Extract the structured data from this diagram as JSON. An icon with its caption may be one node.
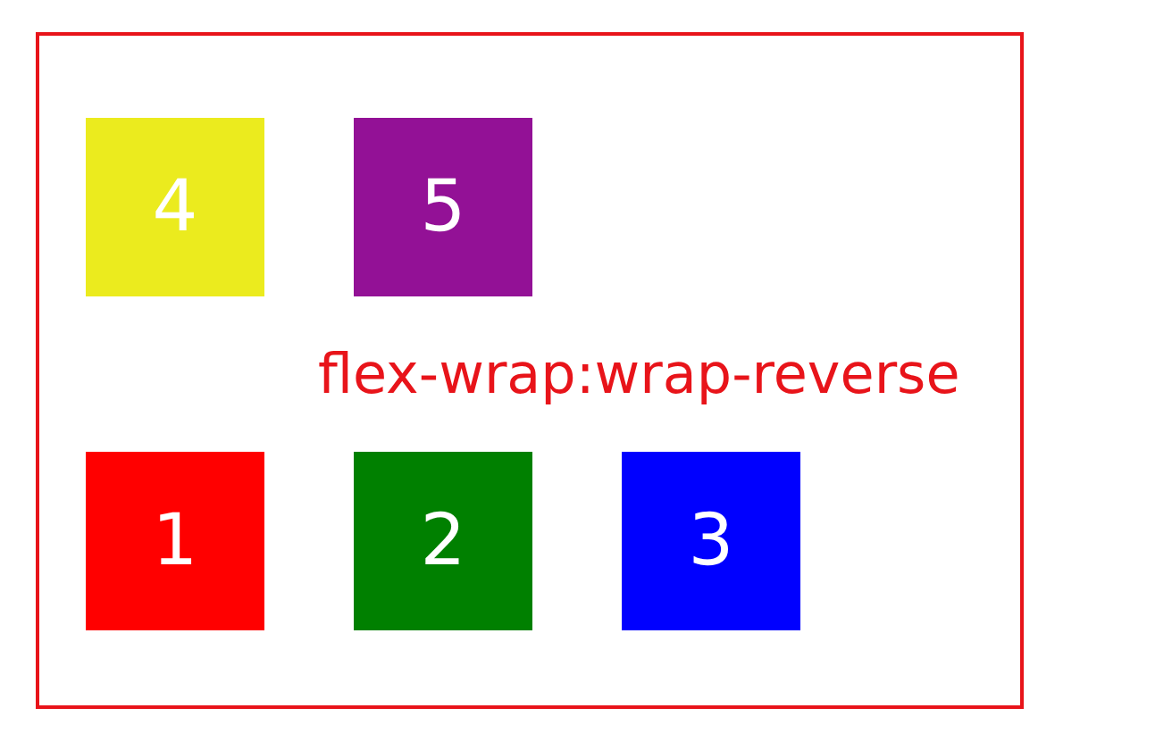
{
  "diagram": {
    "nodes": [
      {
        "text": [
          "flex-wrap:wrap-reverse"
        ]
      },
      {
        "text": [
          "4"
        ],
        "in": 0
      },
      {
        "text": [
          "5"
        ],
        "in": 0
      },
      {
        "text": [
          "1"
        ],
        "in": 0
      },
      {
        "text": [
          "2"
        ],
        "in": 0
      },
      {
        "text": [
          "3"
        ],
        "in": 0
      }
    ],
    "edges": []
  }
}
